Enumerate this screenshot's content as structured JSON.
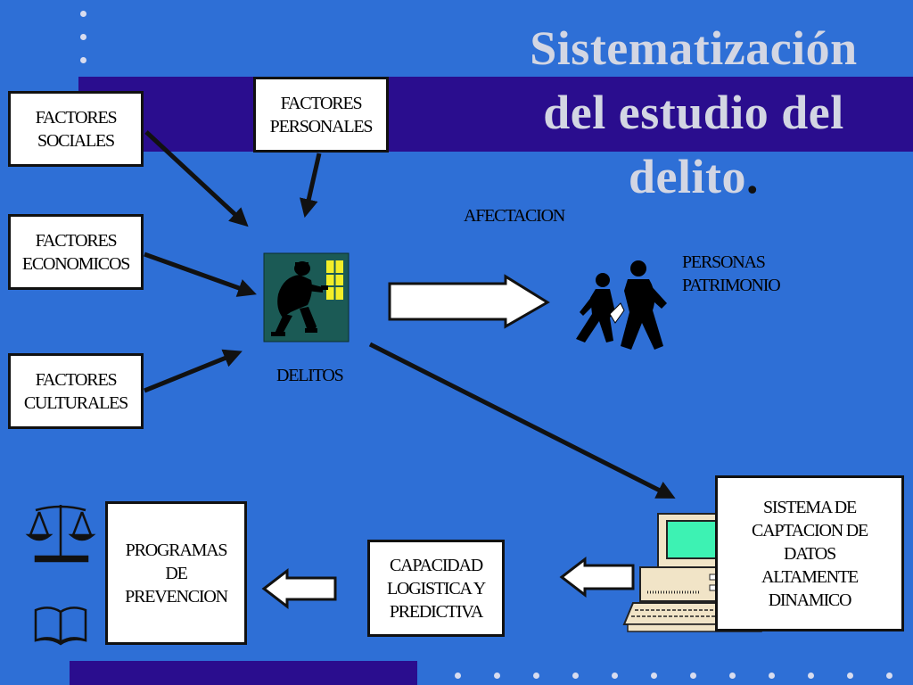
{
  "title": {
    "lines": [
      "Sistematización",
      "del estudio del",
      "delito"
    ],
    "period": "."
  },
  "boxes": {
    "factores_sociales": [
      "FACTORES",
      "SOCIALES"
    ],
    "factores_personales": [
      "FACTORES",
      "PERSONALES"
    ],
    "factores_economicos": [
      "FACTORES",
      "ECONOMICOS"
    ],
    "factores_culturales": [
      "FACTORES",
      "CULTURALES"
    ],
    "sistema_captacion": [
      "SISTEMA DE",
      "CAPTACION DE",
      "DATOS",
      "ALTAMENTE",
      "DINAMICO"
    ],
    "capacidad_logistica": [
      "CAPACIDAD",
      "LOGISTICA Y",
      "PREDICTIVA"
    ],
    "programas_prevencion": [
      "PROGRAMAS",
      "DE",
      "PREVENCION"
    ]
  },
  "labels": {
    "afectacion": "AFECTACION",
    "delitos": "DELITOS",
    "personas": "PERSONAS",
    "patrimonio": "PATRIMONIO"
  },
  "icons": {
    "thief": "burglar-icon",
    "people": "running-people-icon",
    "computer": "computer-icon",
    "scales": "scales-of-justice-icon",
    "book": "open-book-icon"
  },
  "colors": {
    "background": "#2e6fd6",
    "band": "#2a0d8e",
    "title": "#d3d6e3",
    "box": "#ffffff"
  }
}
